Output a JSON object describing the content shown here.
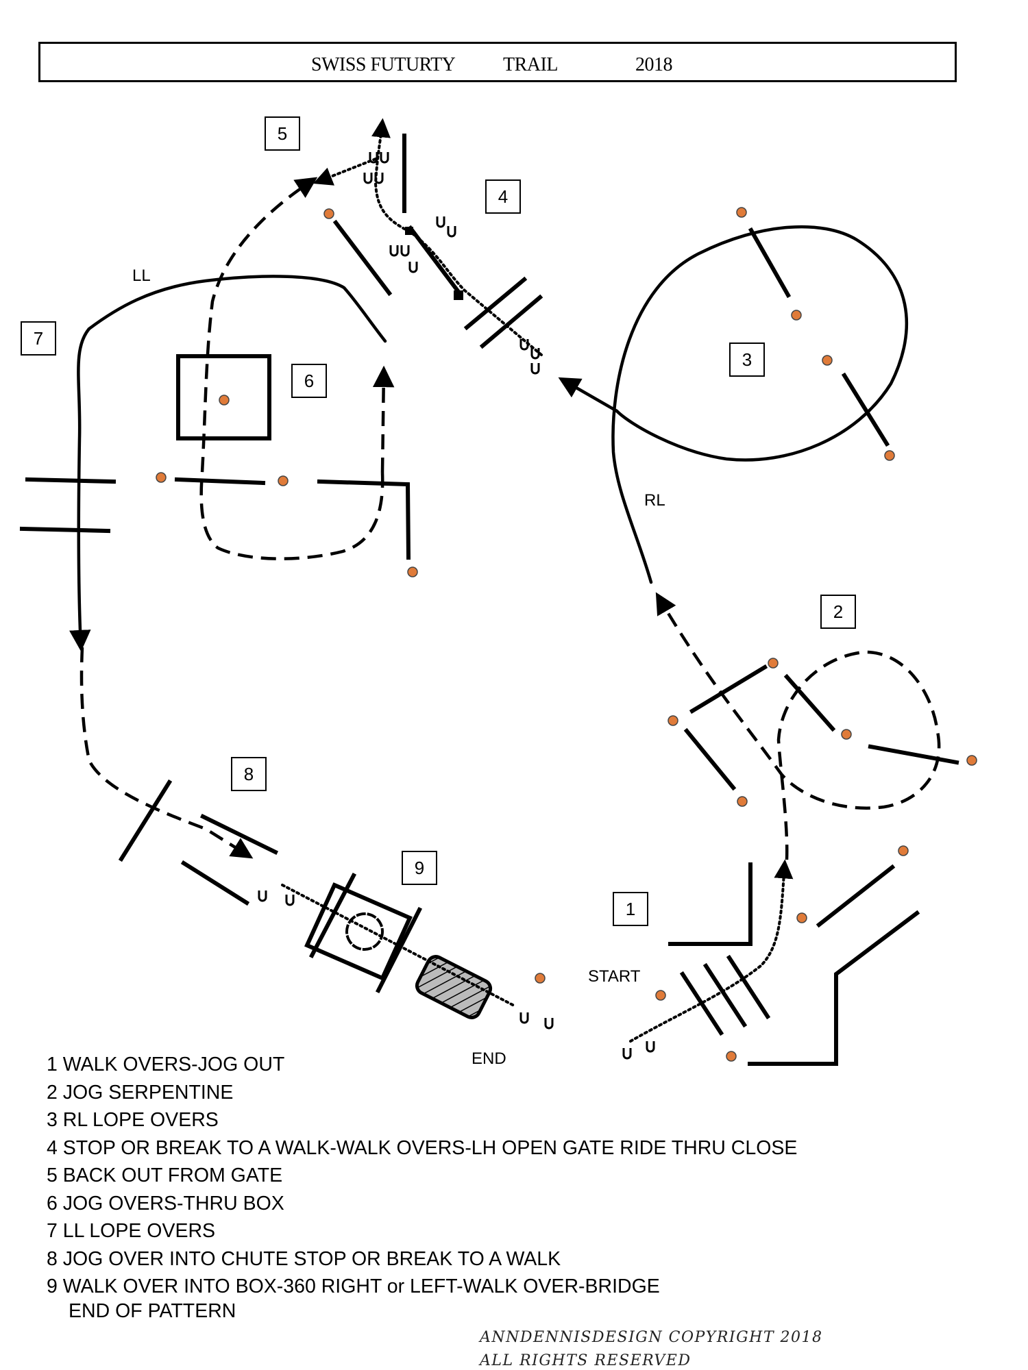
{
  "title": {
    "event": "SWISS FUTURTY",
    "class": "TRAIL",
    "year": "2018"
  },
  "obstacle_numbers": [
    "1",
    "2",
    "3",
    "4",
    "5",
    "6",
    "7",
    "8",
    "9"
  ],
  "path_labels": {
    "left_lead": "LL",
    "right_lead": "RL",
    "start": "START",
    "end": "END"
  },
  "instructions": [
    "1 WALK OVERS-JOG OUT",
    "2 JOG SERPENTINE",
    "3 RL LOPE OVERS",
    "4 STOP OR BREAK TO A WALK-WALK OVERS-LH OPEN GATE RIDE THRU CLOSE",
    "5 BACK OUT FROM GATE",
    "6 JOG OVERS-THRU BOX",
    "7 LL LOPE OVERS",
    "8 JOG OVER INTO CHUTE STOP OR BREAK TO A WALK",
    "9 WALK OVER INTO BOX-360 RIGHT or LEFT-WALK OVER-BRIDGE"
  ],
  "end_of_pattern": "END OF PATTERN",
  "copyright": {
    "line1": "ANNDENNISDESIGN COPYRIGHT 2018",
    "line2": "ALL RIGHTS RESERVED"
  },
  "colors": {
    "ink": "#000000",
    "cone": "#e07b39",
    "bridge_fill": "#bbbbbb"
  }
}
